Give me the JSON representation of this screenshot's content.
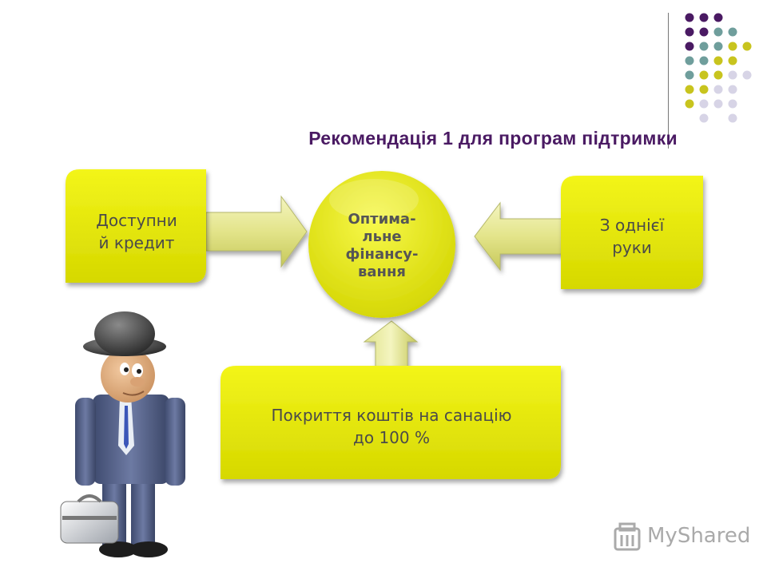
{
  "title": "Рекомендація 1 для програм підтримки",
  "diagram": {
    "center": "Оптима-\nльне\nфінансу-\nвання",
    "left_box": "Доступни\nй кредит",
    "right_box": "З однієї\nруки",
    "bottom_box": "Покриття коштів на санацію\nдо 100 %"
  },
  "logo": {
    "text": "MyShared"
  },
  "colors": {
    "yellow": "#e3e600",
    "purple": "#4a1a63",
    "teal": "#6f9e9c",
    "olive": "#c8c41e",
    "lavender": "#d7d4e6"
  },
  "icons": {
    "decor": "dot-grid",
    "figure": "businessman-with-case"
  }
}
